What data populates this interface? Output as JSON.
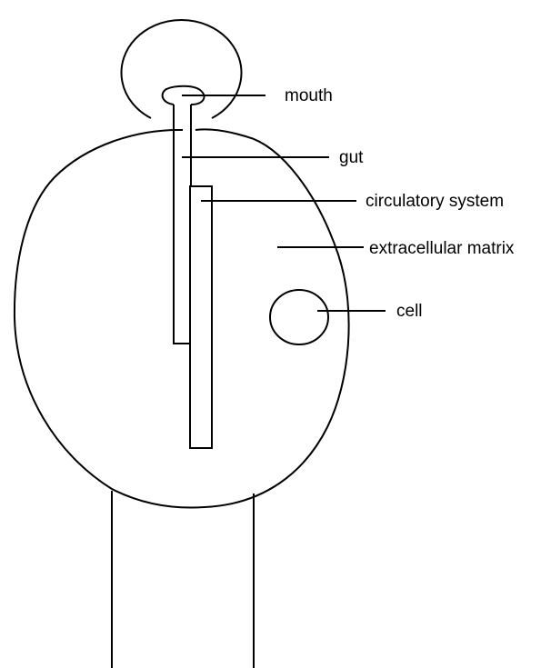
{
  "diagram": {
    "labels": {
      "mouth": "mouth",
      "gut": "gut",
      "circulatory_system": "circulatory system",
      "extracellular_matrix": "extracellular matrix",
      "cell": "cell"
    },
    "colors": {
      "stroke": "#000000",
      "background": "#ffffff"
    }
  }
}
